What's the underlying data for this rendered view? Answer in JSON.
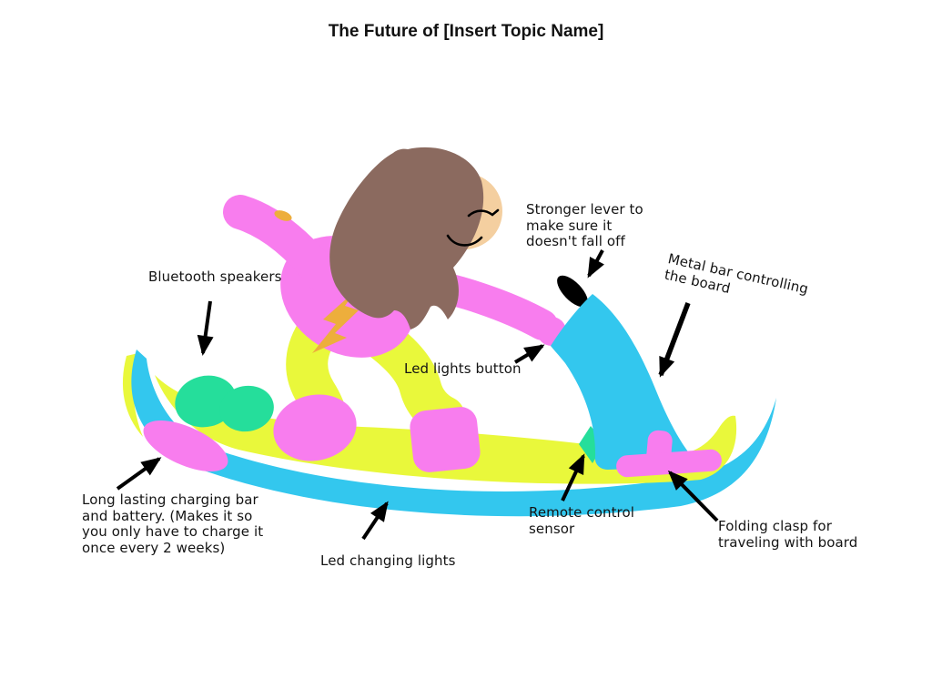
{
  "title": "The Future of [Insert Topic Name]",
  "palette": {
    "pink": "#F87DEE",
    "yellow": "#E9F83B",
    "cyan": "#33C7EE",
    "green": "#25DE9B",
    "hair": "#8B6A5F",
    "skin": "#F4CFA0",
    "bolt": "#EDAE3C",
    "ink": "#000000",
    "background": "#FFFFFF"
  },
  "labels": {
    "bluetooth_speakers": "Bluetooth speakers",
    "stronger_lever": "Stronger lever to\nmake sure it\ndoesn't fall off",
    "metal_bar": "Metal bar controlling\nthe board",
    "led_lights_button": "Led lights button",
    "charging_bar": "Long lasting charging bar\nand battery. (Makes it so\nyou only have to charge it\nonce every 2 weeks)",
    "led_changing_lights": "Led changing lights",
    "remote_control_sensor": "Remote control\nsensor",
    "folding_clasp": "Folding clasp for\ntraveling with board"
  }
}
